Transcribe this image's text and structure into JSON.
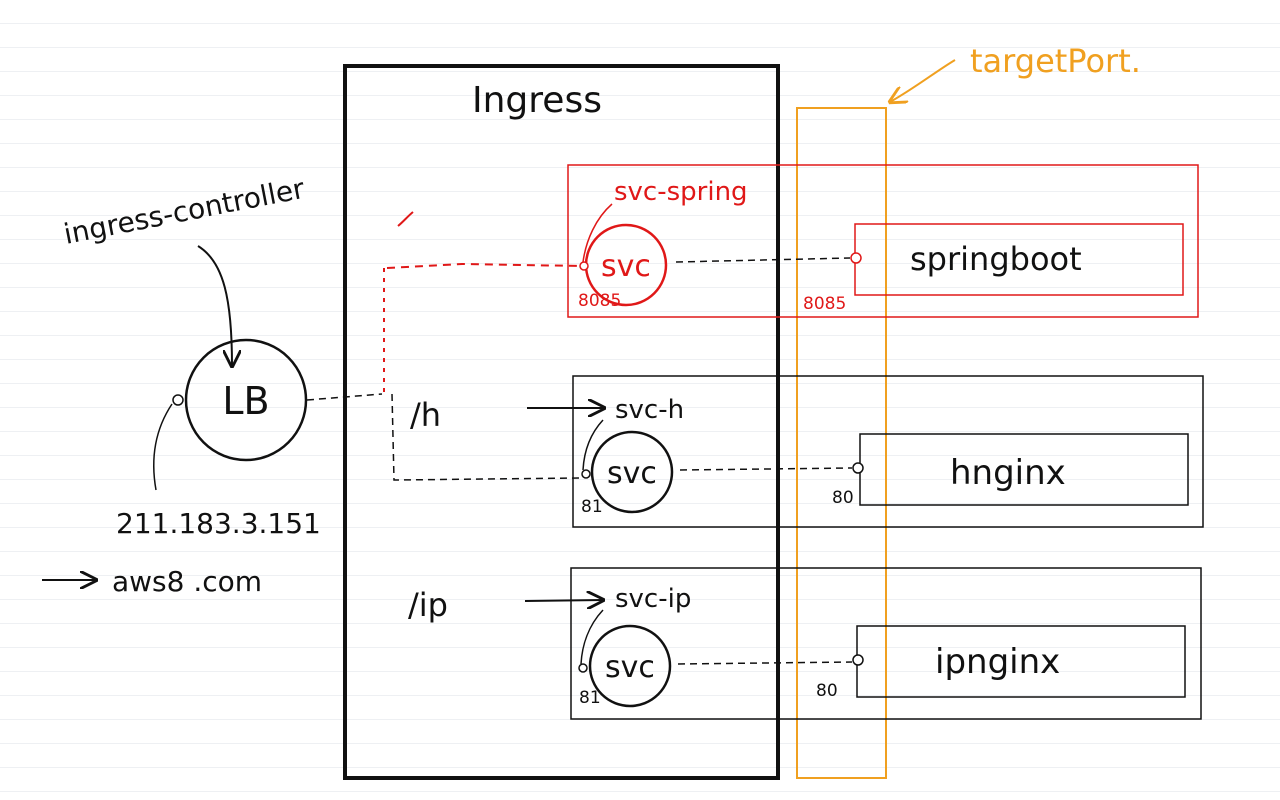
{
  "colors": {
    "ink": "#111111",
    "highlight": "#e01818",
    "target_port": "#f0a020"
  },
  "labels": {
    "ingress_title": "Ingress",
    "ingress_controller": "ingress-controller",
    "target_port": "targetPort.",
    "lb": "LB",
    "lb_ip": "211.183.3.151",
    "domain": "aws8 .com",
    "path_h": "/h",
    "path_ip": "/ip"
  },
  "services": [
    {
      "name": "svc-spring",
      "node": "svc",
      "port": "8085",
      "target_port": "8085",
      "backend": "springboot"
    },
    {
      "name": "svc-h",
      "node": "svc",
      "port": "81",
      "target_port": "80",
      "backend": "hnginx"
    },
    {
      "name": "svc-ip",
      "node": "svc",
      "port": "81",
      "target_port": "80",
      "backend": "ipnginx"
    }
  ]
}
